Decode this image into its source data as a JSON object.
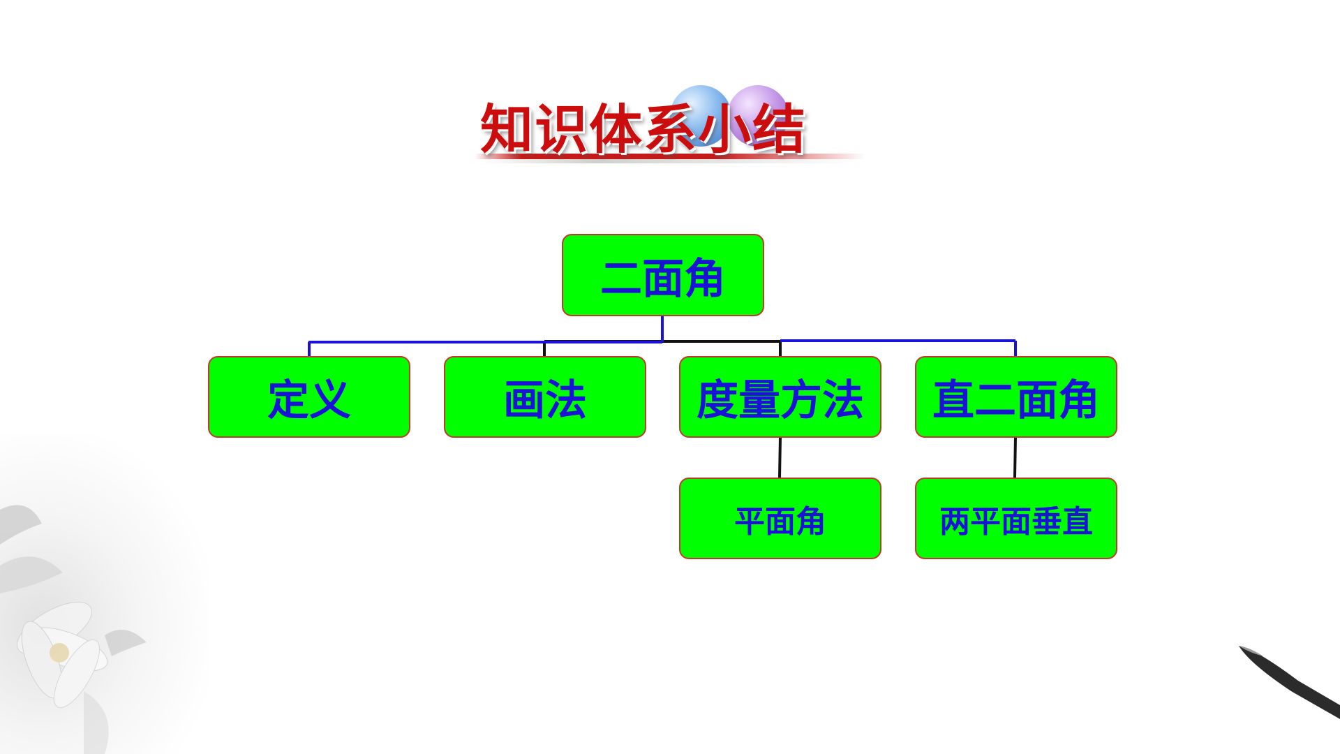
{
  "slide": {
    "title": "知识体系小结"
  },
  "diagram": {
    "root": {
      "label": "二面角"
    },
    "children": [
      {
        "label": "定义"
      },
      {
        "label": "画法"
      },
      {
        "label": "度量方法",
        "child": {
          "label": "平面角"
        }
      },
      {
        "label": "直二面角",
        "child": {
          "label": "两平面垂直"
        }
      }
    ]
  },
  "colors": {
    "node_fill": "#00ff00",
    "node_border": "#c0392b",
    "node_text": "#1a12d6",
    "title_text": "#cc0d0d",
    "connector_blue": "#1a12d6",
    "connector_black": "#111111"
  }
}
